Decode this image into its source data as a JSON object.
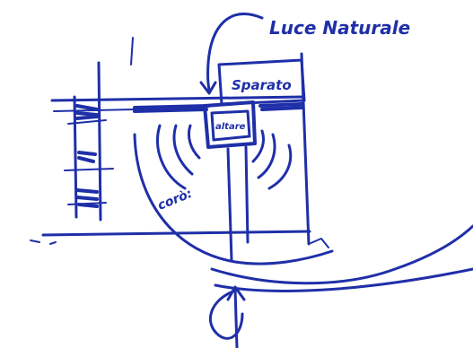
{
  "labels": {
    "top_note": "Luce Naturale",
    "sign": "Sparato",
    "altar": "altare",
    "choir": "corò:"
  },
  "colors": {
    "ink": "#1f2fa8",
    "paper": "#ffffff"
  }
}
